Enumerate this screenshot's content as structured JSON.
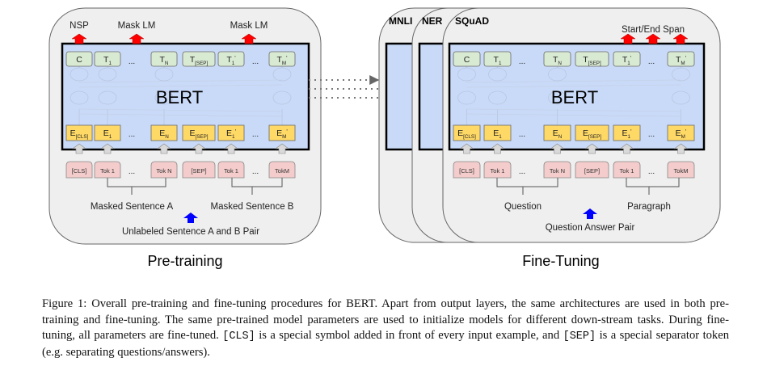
{
  "figure": {
    "pretraining": {
      "title": "Pre-training",
      "model_label": "BERT",
      "output_heads": [
        "NSP",
        "Mask LM",
        "Mask LM"
      ],
      "output_tokens": [
        "C",
        "T1",
        "...",
        "TN",
        "T[SEP]",
        "T1'",
        "...",
        "TM'"
      ],
      "embeddings": [
        "E[CLS]",
        "E1",
        "...",
        "EN",
        "E[SEP]",
        "E1'",
        "...",
        "EM'"
      ],
      "input_tokens": [
        "[CLS]",
        "Tok 1",
        "...",
        "Tok N",
        "[SEP]",
        "Tok 1",
        "...",
        "TokM"
      ],
      "segment_a": "Masked Sentence A",
      "segment_b": "Masked Sentence B",
      "input_label": "Unlabeled Sentence A and B Pair"
    },
    "finetuning": {
      "title": "Fine-Tuning",
      "tasks": [
        "MNLI",
        "NER",
        "SQuAD"
      ],
      "model_label": "BERT",
      "output_head": "Start/End Span",
      "output_tokens": [
        "C",
        "T1",
        "...",
        "TN",
        "T[SEP]",
        "T1'",
        "...",
        "TM'"
      ],
      "embeddings": [
        "E[CLS]",
        "E1",
        "...",
        "EN",
        "E[SEP]",
        "E1'",
        "...",
        "EM'"
      ],
      "input_tokens": [
        "[CLS]",
        "Tok 1",
        "...",
        "Tok N",
        "[SEP]",
        "Tok 1",
        "...",
        "TokM"
      ],
      "segment_a": "Question",
      "segment_b": "Paragraph",
      "input_label": "Question Answer Pair"
    },
    "colors": {
      "panel_bg": "#efefef",
      "bert_bg": "#c9daf8",
      "output_box": "#d9ead3",
      "embedding_box": "#ffd966",
      "token_box": "#f4cccc",
      "up_arrow_red": "#ff0000",
      "up_arrow_blue": "#0000ff",
      "gray_arrow": "#d9d9d9"
    }
  },
  "caption": {
    "part1": "Figure 1: Overall pre-training and fine-tuning procedures for BERT. Apart from output layers, the same architectures are used in both pre-training and fine-tuning. The same pre-trained model parameters are used to initialize models for different down-stream tasks. During fine-tuning, all parameters are fine-tuned.",
    "cls": "[CLS]",
    "part2": "is a special symbol added in front of every input example, and",
    "sep": "[SEP]",
    "part3": "is a special separator token (e.g. separating questions/answers)."
  }
}
